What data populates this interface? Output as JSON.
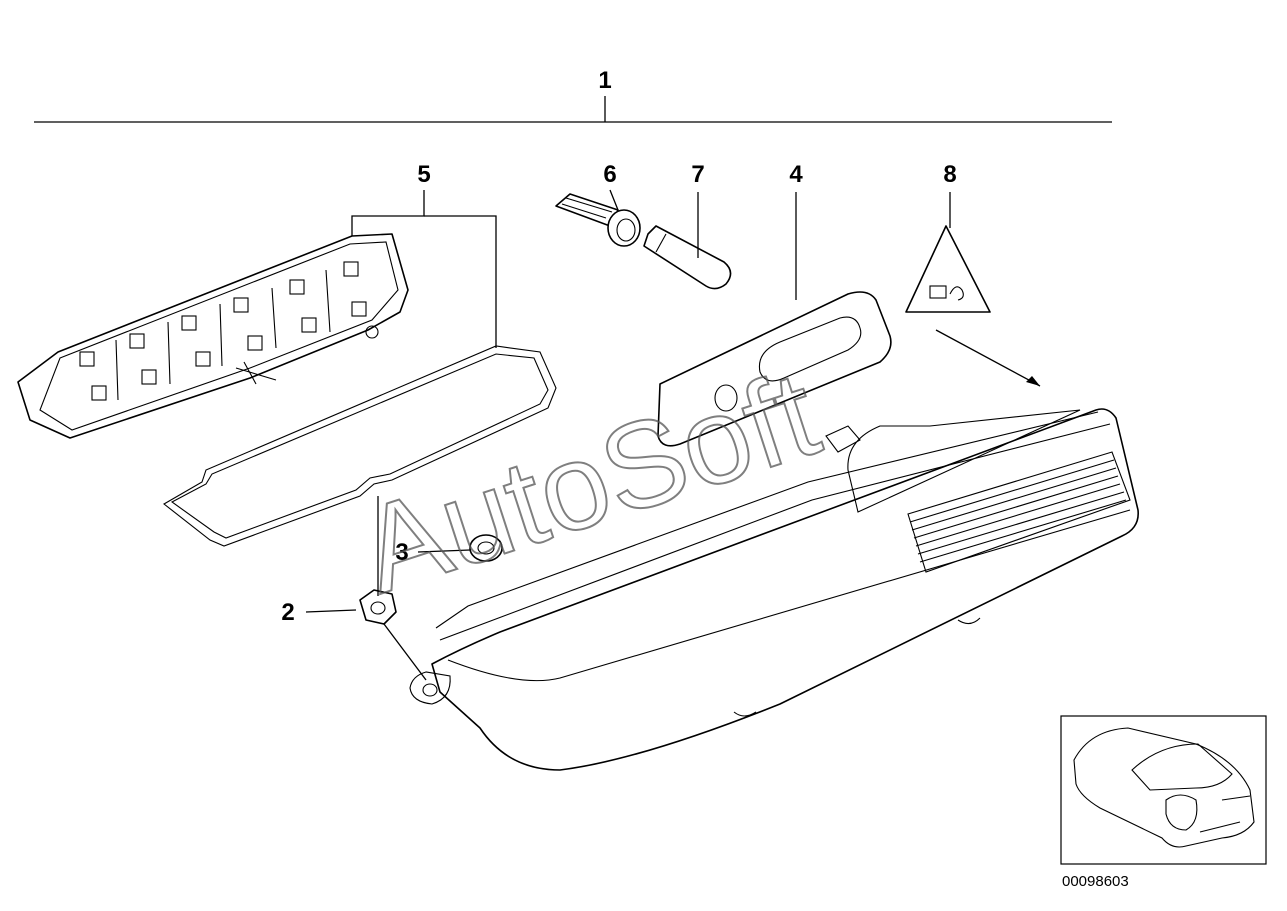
{
  "callouts": {
    "assembly": "1",
    "nut": "2",
    "washer": "3",
    "gasket_plate": "4",
    "bulb_carrier": "5",
    "bulb_socket": "6",
    "bulb": "7",
    "warning_label": "8"
  },
  "watermark": "AutoSoft",
  "diagram_reference": "00098603",
  "colors": {
    "line": "#000000",
    "background": "#ffffff",
    "watermark": "#555555"
  },
  "icons": [
    "warning-triangle-icon",
    "car-thumbnail-icon",
    "arrow-icon"
  ]
}
